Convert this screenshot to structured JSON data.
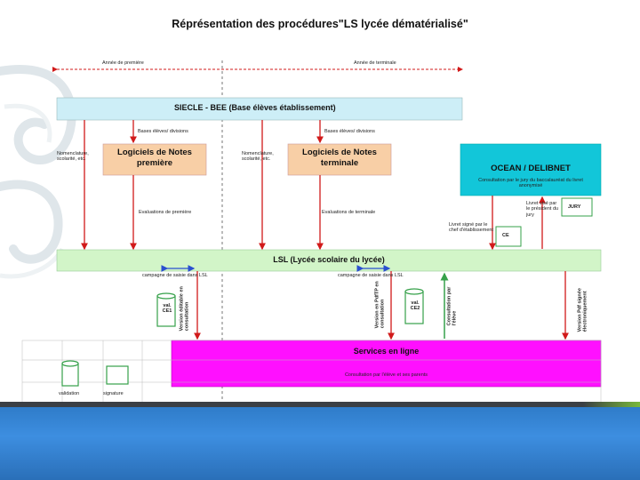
{
  "title": "Réprésentation des procédures\"LS lycée dématérialisé\"",
  "timeline": {
    "left": "Année de première",
    "right": "Année de terminale"
  },
  "siecle": "SIECLE - BEE (Base élèves établissement)",
  "bases_1": "Bases élèves/ divisions",
  "bases_2": "Bases élèves/ divisions",
  "nomenclature_1": "Nomenclature, scolarité, etc.",
  "nomenclature_2": "Nomenclature, scolarité, etc.",
  "notes_premiere": "Logiciels de Notes première",
  "notes_terminale": "Logiciels de Notes terminale",
  "ocean": "OCEAN / DELIBNET",
  "ocean_sub": "Consultation par le jury du baccalauréat du livret anonymisé",
  "eval_premiere": "Evaluations de première",
  "eval_terminale": "Evaluations de terminale",
  "livret_signe": "Livret signé par le chef d'établissement",
  "ce_box": "CE",
  "livret_vise": "Livret visé par le président du jury",
  "jury_box": "JURY",
  "lsl": "LSL (Lycée scolaire du lycée)",
  "campagne_1": "campagne de saisie dans LSL",
  "campagne_2": "campagne de saisie dans LSL",
  "val_ce1": "val. CE1",
  "val_ce2": "val. CE2",
  "version_editable": "Version éditable en consultation",
  "version_pdf": "Version en PdfTP en consultation",
  "consultation_pdf": "Consultation par l'élève",
  "version_signee": "Version Pdf signée électroniquement",
  "services": "Services en ligne",
  "services_sub": "Consultation par l'élève et ses parents",
  "legend": {
    "validation": "validation",
    "signature": "signature"
  },
  "colors": {
    "siecle": "#cdeef7",
    "notes": "#f8cfa6",
    "ocean": "#12c6d9",
    "lsl": "#d2f5c8",
    "services": "#ff10ff",
    "red": "#d11a1a",
    "blue": "#2a4fd0",
    "green": "#36a14a"
  }
}
